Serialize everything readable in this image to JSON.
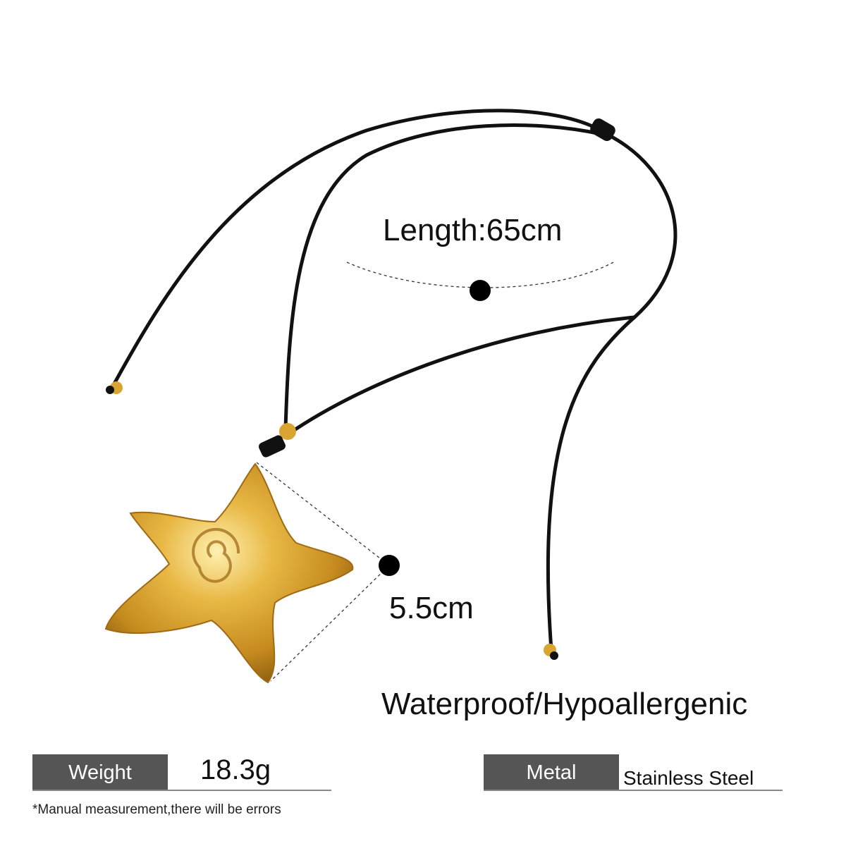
{
  "annotations": {
    "length": "Length:65cm",
    "pendant_size": "5.5cm",
    "features": "Waterproof/Hypoallergenic"
  },
  "specs": {
    "weight_label": "Weight",
    "weight_value": "18.3g",
    "metal_label": "Metal",
    "metal_value": "Stainless Steel",
    "note": "*Manual measurement,there will be errors"
  },
  "colors": {
    "label_bg": "#555555",
    "gold": "#d9a431",
    "cord": "#111111"
  }
}
